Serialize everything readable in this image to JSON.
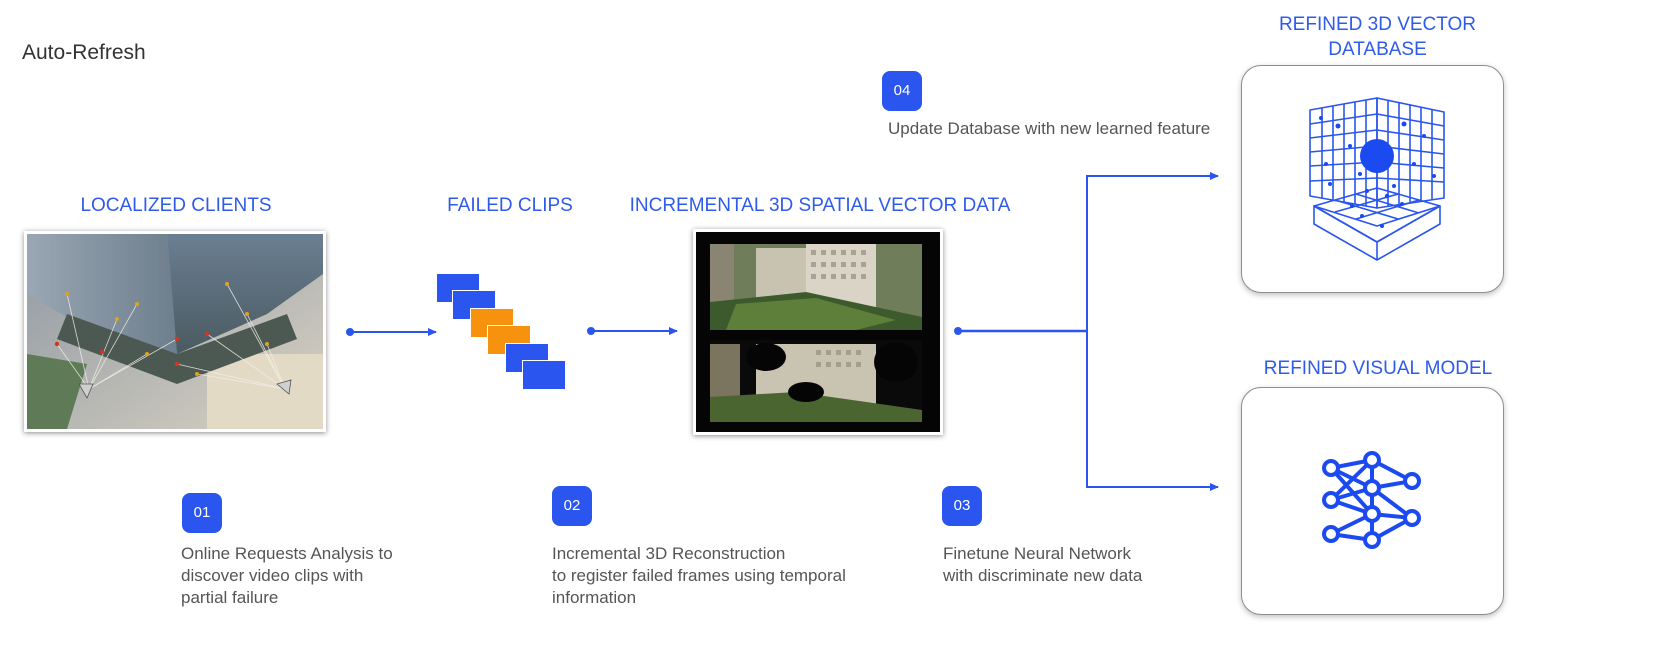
{
  "header": {
    "title": "Auto-Refresh"
  },
  "labels": {
    "localized_clients": "LOCALIZED CLIENTS",
    "failed_clips": "FAILED CLIPS",
    "incremental_data": "INCREMENTAL 3D SPATIAL VECTOR DATA",
    "refined_db_line1": "REFINED 3D VECTOR",
    "refined_db_line2": "DATABASE",
    "refined_model": "REFINED VISUAL MODEL"
  },
  "steps": [
    {
      "num": "01",
      "lines": [
        "Online Requests Analysis to",
        "discover video clips with",
        "partial failure"
      ]
    },
    {
      "num": "02",
      "lines": [
        "Incremental 3D Reconstruction",
        "to register failed frames using temporal",
        "information"
      ]
    },
    {
      "num": "03",
      "lines": [
        "Finetune Neural Network",
        "with discriminate new data"
      ]
    },
    {
      "num": "04",
      "lines": [
        "Update Database with new learned feature"
      ]
    }
  ],
  "colors": {
    "accent": "#2a55ee",
    "orange": "#f7920f",
    "text_gray": "#555555"
  },
  "icons": [
    "point-cloud-photo",
    "reconstruction-photo",
    "vector-database-icon",
    "neural-network-icon"
  ]
}
